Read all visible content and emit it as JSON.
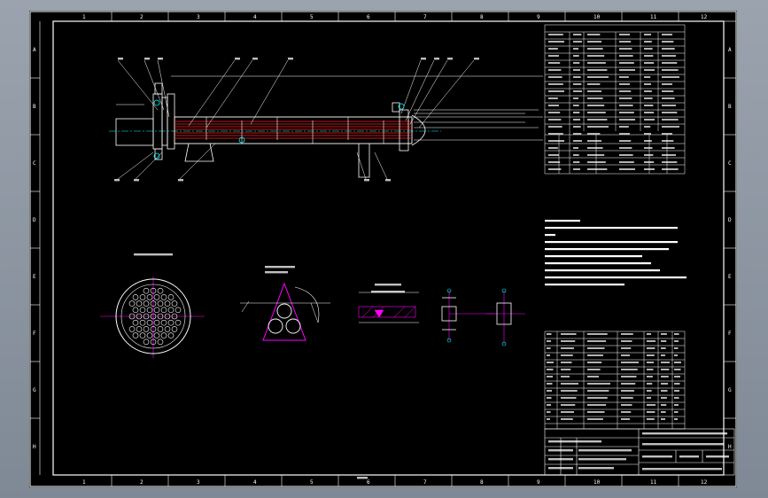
{
  "drawing": {
    "zone_numbers": [
      "1",
      "2",
      "3",
      "4",
      "5",
      "6",
      "7",
      "8",
      "9",
      "10",
      "11",
      "12"
    ],
    "zone_letters": [
      "A",
      "B",
      "C",
      "D",
      "E",
      "F",
      "G",
      "H"
    ],
    "colors": {
      "background": "#000000",
      "lines": "#ffffff",
      "tube": "#ff2020",
      "dims": "#ff00ff",
      "leaders": "#ffff00",
      "text": "#ffffff",
      "cyan": "#00ffff"
    }
  }
}
